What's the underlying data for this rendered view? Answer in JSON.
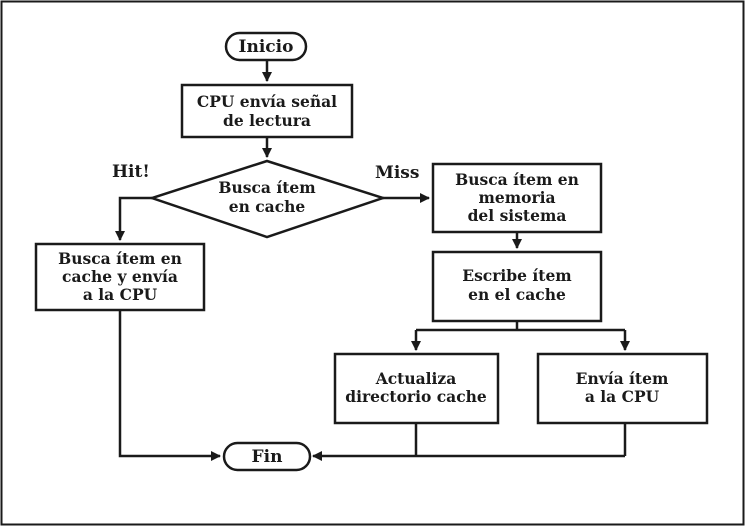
{
  "nodes": {
    "start": "Inicio",
    "read_signal": [
      "CPU envía señal",
      "de lectura"
    ],
    "decision": [
      "Busca ítem",
      "en cache"
    ],
    "hit_action": [
      "Busca ítem en",
      "cache y envía",
      "a la CPU"
    ],
    "miss_search": [
      "Busca ítem en",
      "memoria",
      "del sistema"
    ],
    "write_cache": [
      "Escribe ítem",
      "en el cache"
    ],
    "update_dir": [
      "Actualiza",
      "directorio cache"
    ],
    "send_cpu": [
      "Envía ítem",
      "a la CPU"
    ],
    "end": "Fin"
  },
  "edges": {
    "hit_label": "Hit!",
    "miss_label": "Miss"
  },
  "colors": {
    "stroke": "#1a1a1a",
    "background": "#ffffff"
  }
}
